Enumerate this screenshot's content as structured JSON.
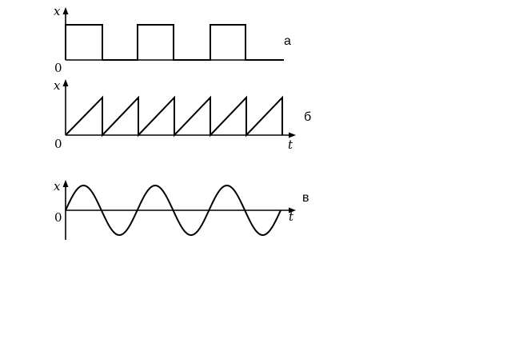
{
  "panels": [
    {
      "id": "a",
      "label": "а",
      "y_label": "x",
      "origin_label": "0",
      "t_label": "",
      "waveform": "square",
      "periods": 3
    },
    {
      "id": "b",
      "label": "б",
      "y_label": "x",
      "origin_label": "0",
      "t_label": "t",
      "waveform": "sawtooth",
      "periods": 6
    },
    {
      "id": "c",
      "label": "в",
      "y_label": "x",
      "origin_label": "0",
      "t_label": "t",
      "waveform": "sine",
      "periods": 3
    }
  ]
}
